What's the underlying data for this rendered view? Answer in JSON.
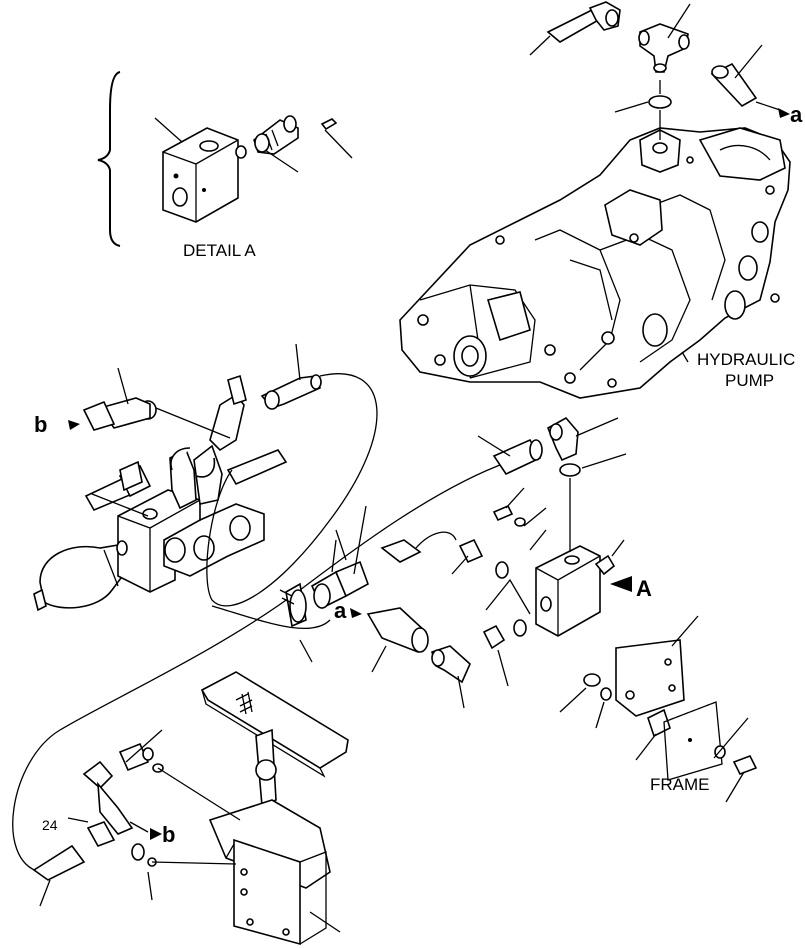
{
  "labels": {
    "detail": "DETAIL A",
    "hydraulic": "HYDRAULIC",
    "pump": "PUMP",
    "frame": "FRAME",
    "a_top": "a",
    "a_mid": "a",
    "b_left": "b",
    "b_bottom": "b",
    "A_arrow": "A",
    "num_24": "24"
  }
}
